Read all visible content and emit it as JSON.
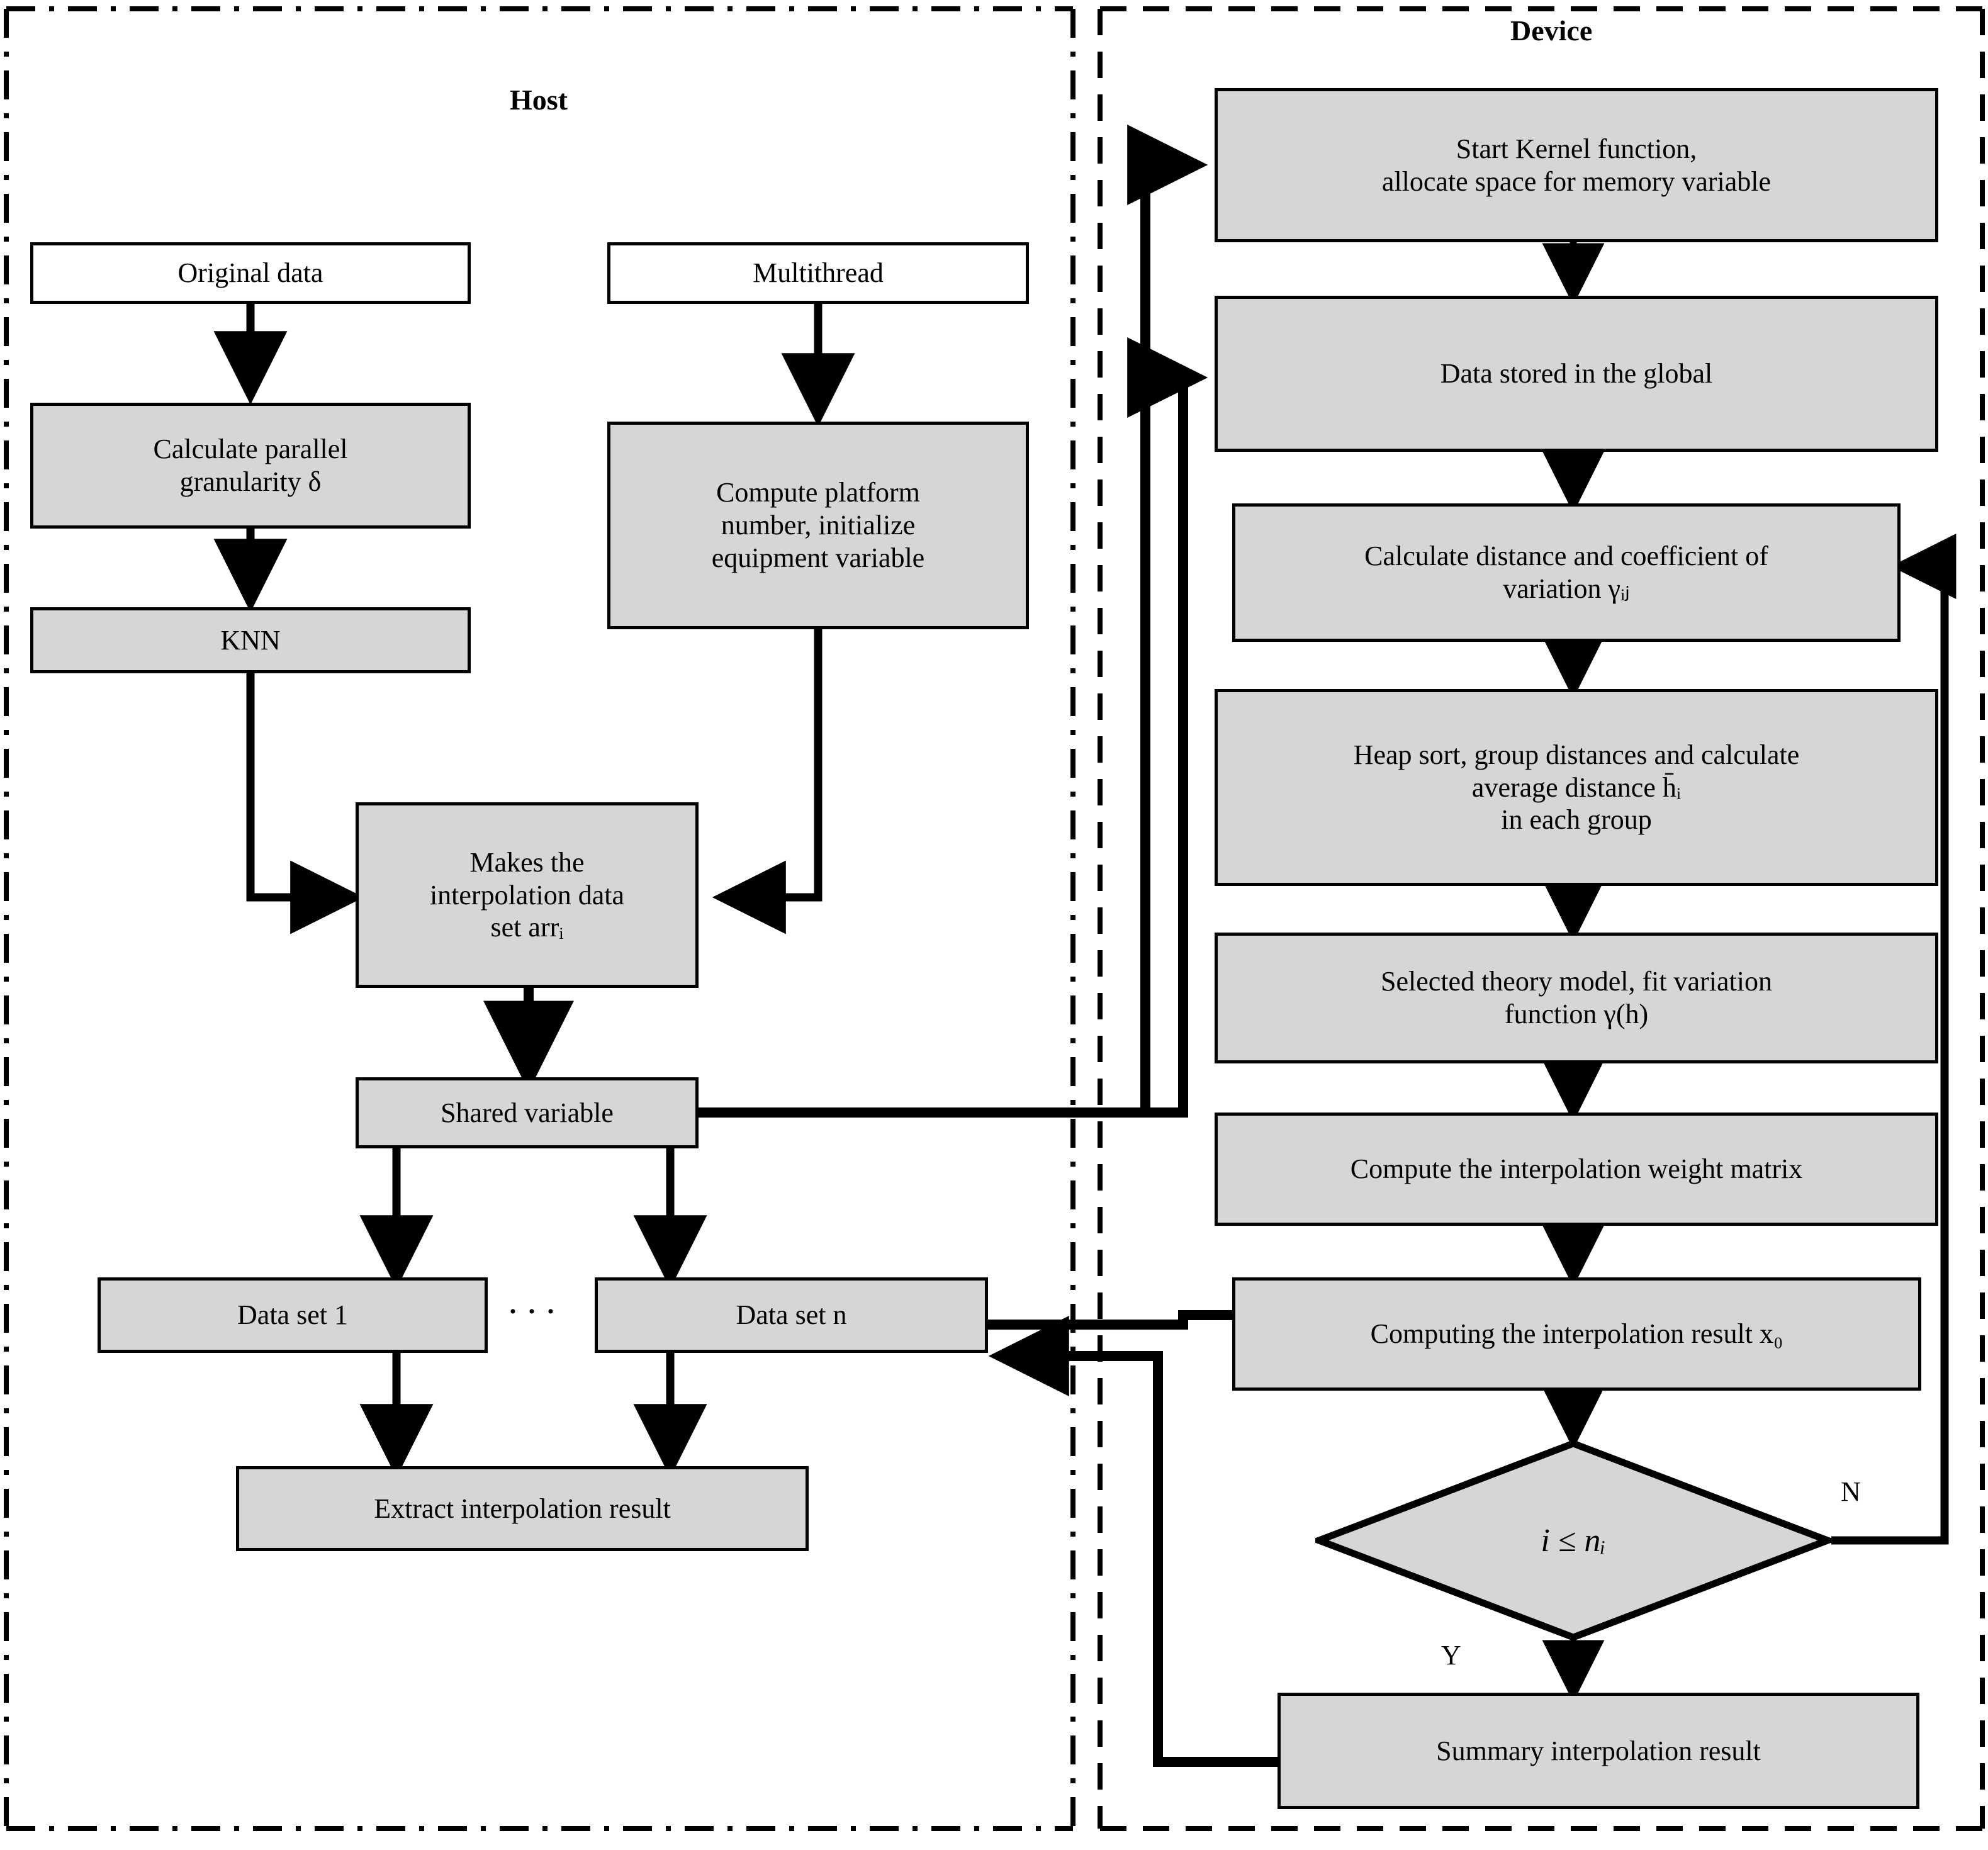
{
  "diagram": {
    "title": "Parallel Kriging interpolation flowchart (Host / Device)",
    "lanes": [
      {
        "id": "host",
        "label": "Host"
      },
      {
        "id": "device",
        "label": "Device"
      }
    ],
    "ellipsis": "···",
    "colors": {
      "shaded_fill": "#d6d6d6",
      "plain_fill": "#ffffff",
      "stroke": "#000000"
    },
    "host_nodes": [
      {
        "id": "original-data",
        "label": "Original data",
        "style": "plain"
      },
      {
        "id": "calc-granularity",
        "label": "Calculate parallel\ngranularity  δ",
        "style": "shaded"
      },
      {
        "id": "knn",
        "label": "KNN",
        "style": "shaded"
      },
      {
        "id": "multithread",
        "label": "Multithread",
        "style": "plain"
      },
      {
        "id": "compute-platform",
        "label": "Compute platform\nnumber, initialize\nequipment variable",
        "style": "shaded"
      },
      {
        "id": "makes-interp-set",
        "label": "Makes the\ninterpolation data\nset  arrᵢ",
        "style": "shaded"
      },
      {
        "id": "shared-variable",
        "label": "Shared variable",
        "style": "shaded"
      },
      {
        "id": "data-set-1",
        "label": "Data set 1",
        "style": "shaded"
      },
      {
        "id": "data-set-n",
        "label": "Data set  n",
        "style": "shaded"
      },
      {
        "id": "extract-result",
        "label": "Extract interpolation result",
        "style": "shaded"
      }
    ],
    "device_nodes": [
      {
        "id": "start-kernel",
        "label": "Start Kernel function,\nallocate space for memory variable",
        "style": "shaded"
      },
      {
        "id": "data-stored-global",
        "label": "Data stored in the global",
        "style": "shaded"
      },
      {
        "id": "calc-distance",
        "label": "Calculate distance and coefficient of\nvariation  γᵢⱼ",
        "style": "shaded"
      },
      {
        "id": "heap-sort",
        "label": "Heap sort, group distances and  calculate\naverage distance  h̄ᵢ\nin each group",
        "style": "shaded"
      },
      {
        "id": "theory-model",
        "label": "Selected theory model, fit  variation\nfunction γ(h)",
        "style": "shaded"
      },
      {
        "id": "weight-matrix",
        "label": "Compute the interpolation weight matrix",
        "style": "shaded"
      },
      {
        "id": "computing-result",
        "label": "Computing the interpolation result  x₀",
        "style": "shaded"
      },
      {
        "id": "decision-i-le-n",
        "label": "i ≤ nᵢ",
        "style": "shaded",
        "shape": "diamond"
      },
      {
        "id": "summary-result",
        "label": "Summary interpolation result",
        "style": "shaded"
      }
    ],
    "edge_labels": [
      {
        "id": "branch-no",
        "text": "N"
      },
      {
        "id": "branch-yes",
        "text": "Y"
      }
    ]
  }
}
